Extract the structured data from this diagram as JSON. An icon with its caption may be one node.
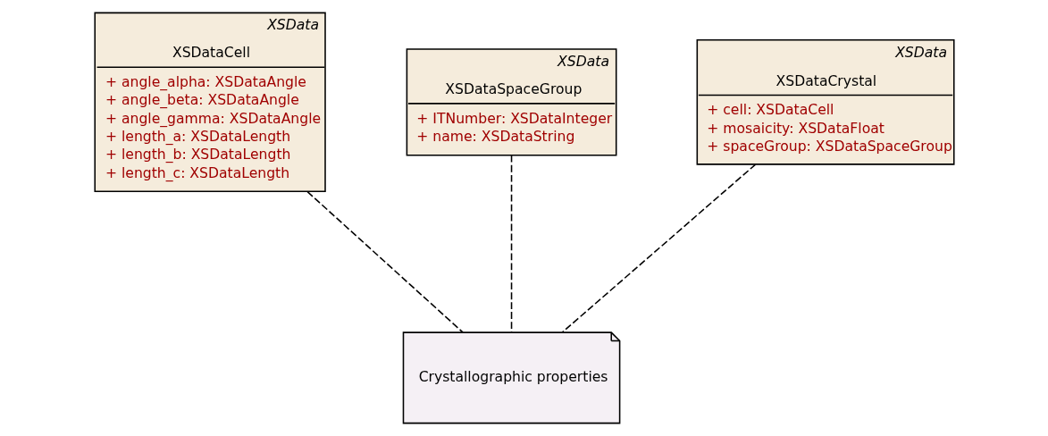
{
  "diagram": {
    "nodes": [
      {
        "text": [
          "XSData",
          "XSDataCell",
          "+ angle_alpha: XSDataAngle",
          "+ angle_beta: XSDataAngle",
          "+ angle_gamma: XSDataAngle",
          "+ length_a: XSDataLength",
          "+ length_b: XSDataLength",
          "+ length_c: XSDataLength"
        ]
      },
      {
        "text": [
          "XSData",
          "XSDataSpaceGroup",
          "+ ITNumber: XSDataInteger",
          "+ name: XSDataString"
        ]
      },
      {
        "text": [
          "XSData",
          "XSDataCrystal",
          "+ cell: XSDataCell",
          "+ mosaicity: XSDataFloat",
          "+ spaceGroup: XSDataSpaceGroup"
        ]
      },
      {
        "text": [
          "Crystallographic properties"
        ]
      }
    ],
    "edges": [
      {
        "from": 0,
        "to": 3,
        "arrow": "none",
        "style": "dashed"
      },
      {
        "from": 1,
        "to": 3,
        "arrow": "none",
        "style": "dashed"
      },
      {
        "from": 2,
        "to": 3,
        "arrow": "none",
        "style": "dashed"
      }
    ]
  }
}
